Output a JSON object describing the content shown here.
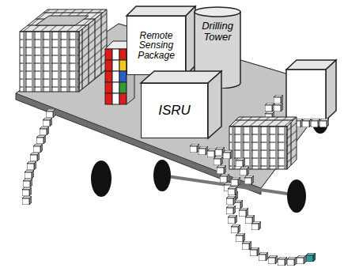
{
  "diagram": {
    "nodes": [
      {
        "text": [
          "Remote Sensing Package"
        ]
      },
      {
        "text": [
          "Drilling Tower"
        ]
      },
      {
        "text": [
          "ISRU"
        ]
      }
    ]
  }
}
